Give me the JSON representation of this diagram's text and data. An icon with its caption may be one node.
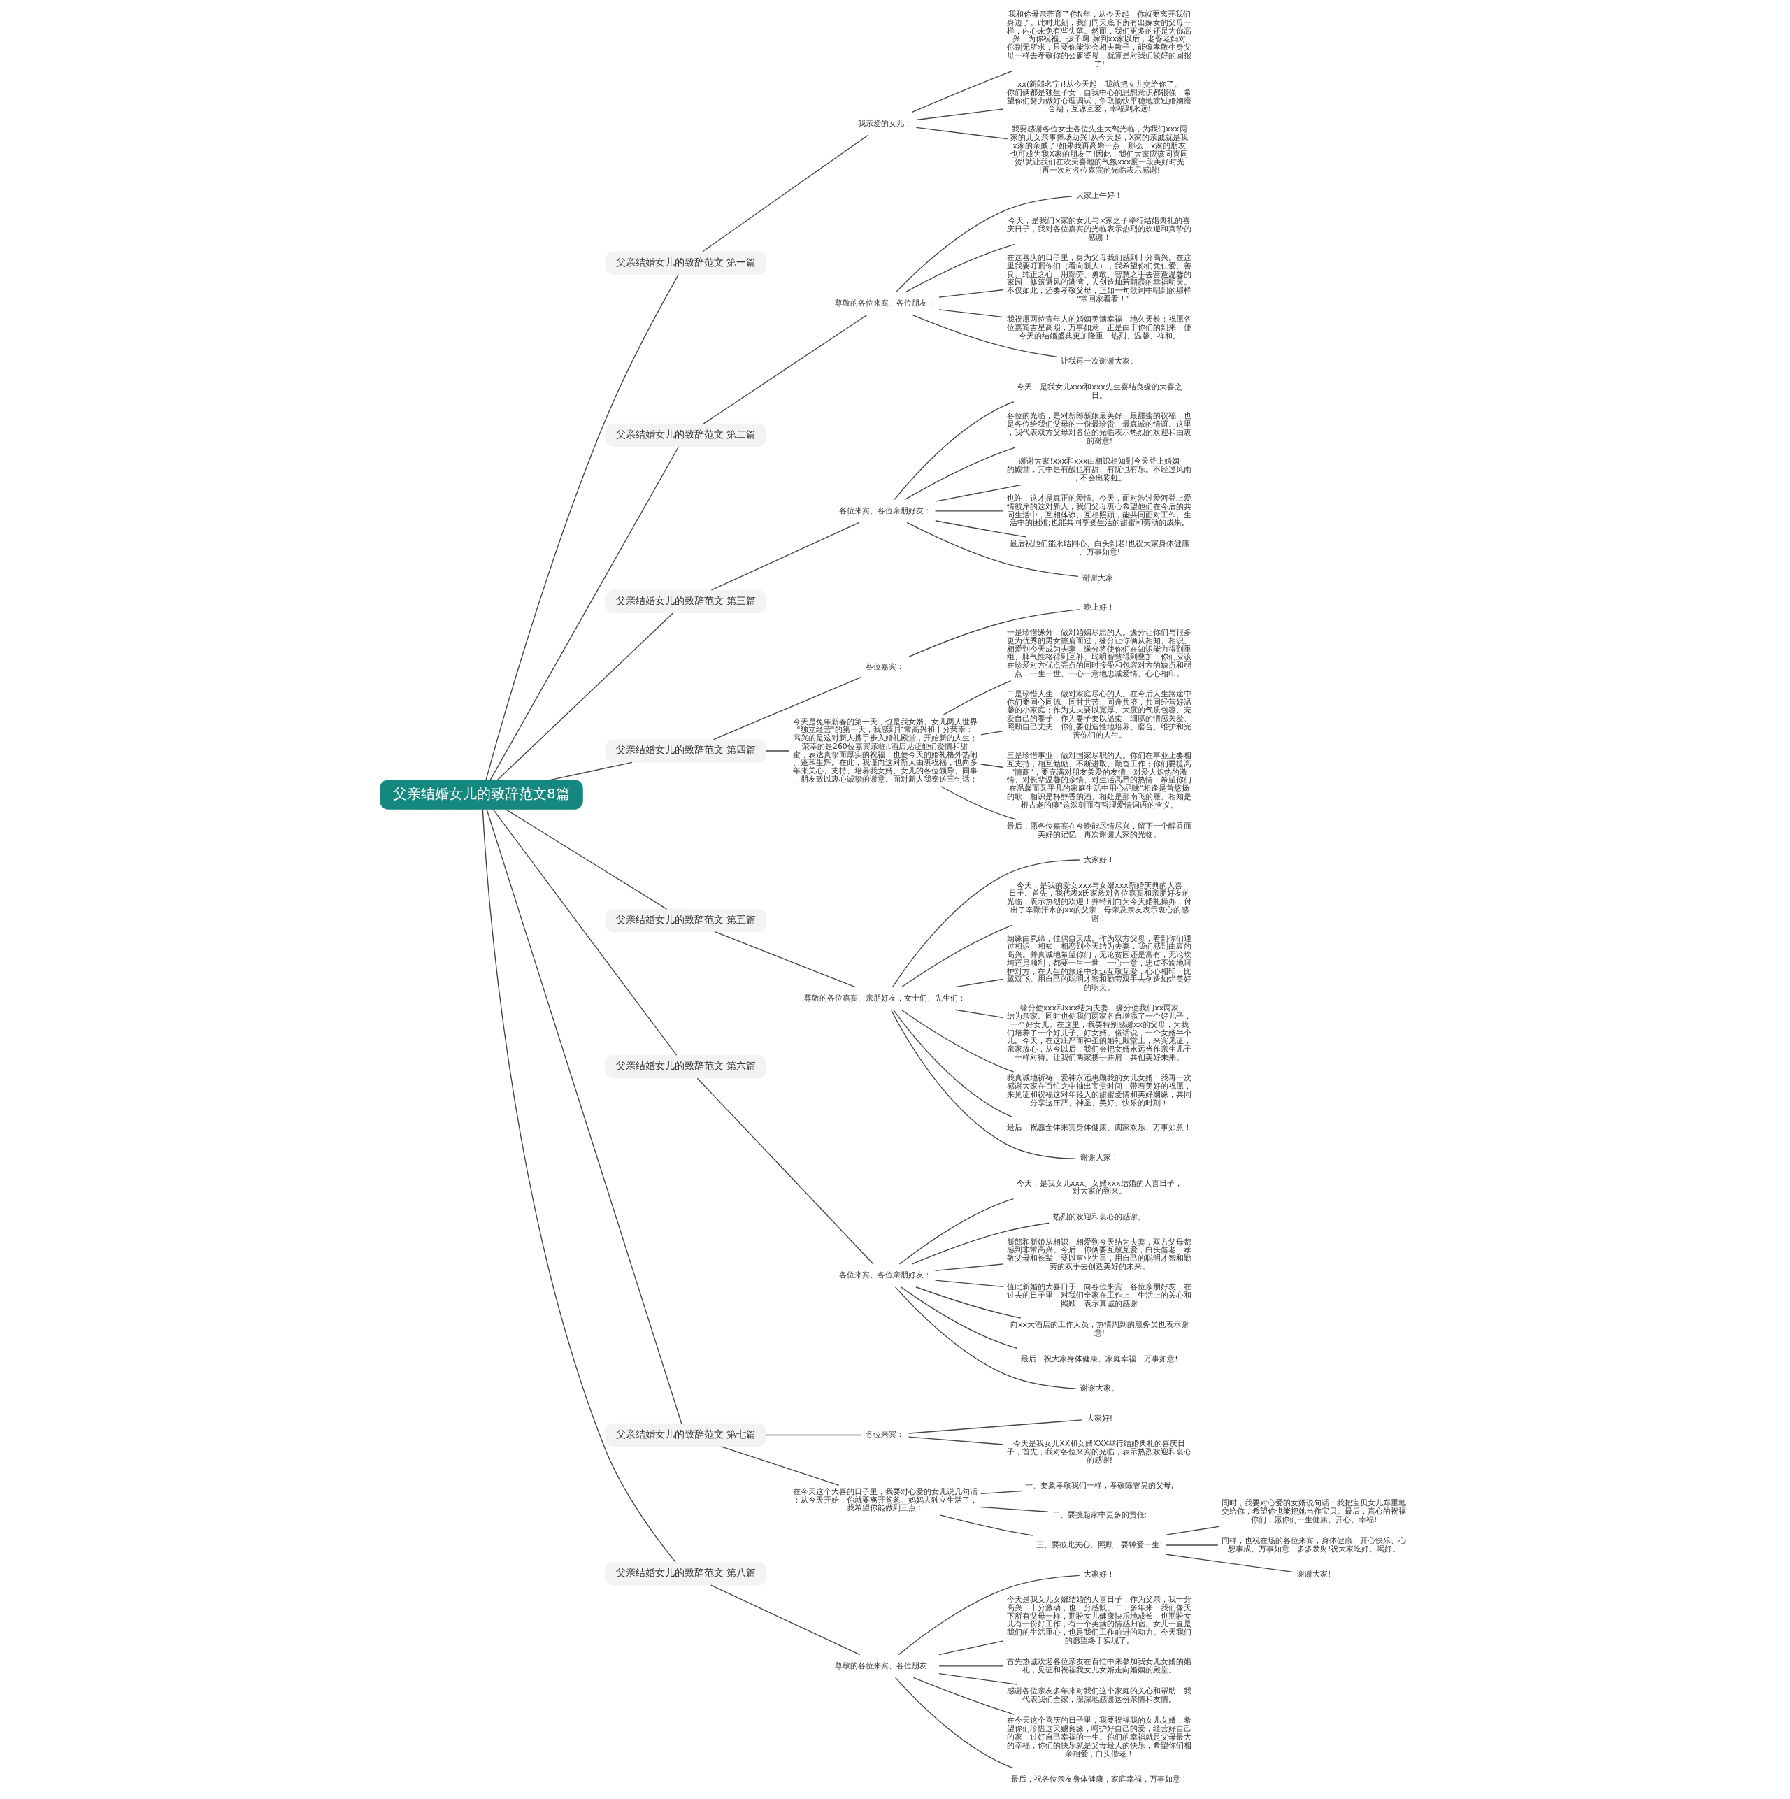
{
  "diagram": {
    "nodes": [
      {
        "text": [
          "父亲结婚女儿的致辞范文8篇"
        ]
      },
      {
        "text": [
          "父亲结婚女儿的致辞范文 第一篇"
        ]
      },
      {
        "text": [
          "我亲爱的女儿："
        ]
      },
      {
        "text": [
          "我和你母亲养育了你N年，从今天起，你就要离开我们身边了。此时此刻，我们同天底下所有出嫁女的父母一样，内心未免有些失落。然而，我们更多的还是为你高兴，为你祝福。孩子啊!嫁到xx家以后，老爸老妈对你别无所求，只要你能学会相夫教子，能像孝敬生身父母一样去孝敬你的公爹婆母，就算是对我们较好的回报了!"
        ]
      },
      {
        "text": [
          "xx(新郎名字)!从今天起，我就把女儿交给你了。你们俩都是独生子女，自我中心的思想意识都很强，希望你们努力做好心理调试，争取愉快平稳地渡过婚姻磨合期，互谅互爱，幸福到永远!"
        ]
      },
      {
        "text": [
          "我要感谢各位女士各位先生大驾光临，为我们xxx两家的儿女亲事捧场助兴!从今天起，X家的亲戚就是我x家的亲戚了!如果我再高攀一点，那么，x家的朋友也可成为我X家的朋友了!因此，我们大家应该同喜同贺!就让我们在欢天喜地的气氛xxx度一段美好时光!再一次对各位嘉宾的光临表示感谢!"
        ]
      },
      {
        "text": [
          "父亲结婚女儿的致辞范文 第二篇"
        ]
      },
      {
        "text": [
          "尊敬的各位来宾、各位朋友："
        ]
      },
      {
        "text": [
          "大家上午好！"
        ]
      },
      {
        "text": [
          "今天，是我们×家的女儿与×家之子举行结婚典礼的喜庆日子，我对各位嘉宾的光临表示热烈的欢迎和真挚的感谢！"
        ]
      },
      {
        "text": [
          "在这喜庆的日子里，身为父母我们感到十分高兴。在这里我要叮嘱你们（看向新人），我希望你们凭仁爱、善良、纯正之心，用勤劳、勇敢、智慧之手去营造温馨的家园，修筑避风的港湾，去创造灿若朝霞的幸福明天。不仅如此，还要孝敬父母，正如一句歌词中唱到的那样：\"常回家看看！\""
        ]
      },
      {
        "text": [
          "我祝愿两位青年人的婚姻美满幸福，地久天长；祝愿各位嘉宾吉星高照，万事如意；正是由于你们的到来，使今天的结婚盛典更加隆重、热烈、温馨、祥和。"
        ]
      },
      {
        "text": [
          "让我再一次谢谢大家。"
        ]
      },
      {
        "text": [
          "父亲结婚女儿的致辞范文 第三篇"
        ]
      },
      {
        "text": [
          "各位来宾、各位亲朋好友："
        ]
      },
      {
        "text": [
          "今天，是我女儿xxx和xxx先生喜结良缘的大喜之日。"
        ]
      },
      {
        "text": [
          "各位的光临，是对新郎新娘最美好、最甜蜜的祝福，也是各位给我们父母的一份最珍贵、最真诚的情谊。这里，我代表双方父母对各位的光临表示热烈的欢迎和由衷的谢意!"
        ]
      },
      {
        "text": [
          "谢谢大家!xxx和xxx由相识相知到今天登上婚姻的殿堂，其中是有酸也有甜、有忧也有乐。不经过风雨，不会出彩虹。"
        ]
      },
      {
        "text": [
          "也许，这才是真正的爱情。今天，面对涉过爱河登上爱情彼岸的这对新人，我们父母衷心希望他们在今后的共同生活中，互相体谅、互相照顾，能共同面对工作、生活中的困难;也能共同享受生活的甜蜜和劳动的成果。"
        ]
      },
      {
        "text": [
          "最后祝他们能永结同心、白头到老!也祝大家身体健康、万事如意!"
        ]
      },
      {
        "text": [
          "谢谢大家!"
        ]
      },
      {
        "text": [
          "父亲结婚女儿的致辞范文 第四篇"
        ]
      },
      {
        "text": [
          "各位嘉宾："
        ]
      },
      {
        "text": [
          "晚上好！"
        ]
      },
      {
        "text": [
          "今天是兔年新春的第十天，也是我女婿、女儿两人世界\"独立经营\"的第一天，我感到非常高兴和十分荣幸：高兴的是这对新人携手步入婚礼殿堂，开始新的人生；荣幸的是260位嘉宾亲临jt酒店见证他们爱情和甜蜜，表达真挚而厚实的祝福，也使今天的婚礼格外热闹、蓬荜生辉。在此，我谨向这对新人由衷祝福，也向多年来关心、支持、培养我女婿、女儿的各位领导、同事、朋友致以衷心诚挚的谢意。面对新人我奉送三句话："
        ]
      },
      {
        "text": [
          "一是珍惜缘分，做对婚姻尽忠的人。缘分让你们与很多更为优秀的男女擦肩而过，缘分让你俩从相知、相识、相爱到今天成为夫妻，缘分将使你们在知识能力得到重组、脾气性格得到互补、聪明智慧得到叠加；你们应该在珍爱对方优点亮点的同时接受和包容对方的缺点和弱点，一生一世、一心一意地忠诚爱情、心心相印。"
        ]
      },
      {
        "text": [
          "二是珍惜人生，做对家庭尽心的人。在今后人生路途中你们要同心同德、同甘共苦、同舟共济，共同经营好温馨的小家庭；作为丈夫要以宽厚、大度的气质包容、宠爱自己的妻子，作为妻子要以温柔、细腻的情感关爱、照顾自己丈夫，你们要创造性地培养、磨合、维护和完善你们的人生。"
        ]
      },
      {
        "text": [
          "三是珍惜事业，做对国家尽职的人。你们在事业上要相互支持，相互勉励、不断进取、勤奋工作；你们要提高\"情商\"，要充满对朋友关爱的友情、对爱人炽热的激情、对长辈温馨的亲情、对生活高昂的热情；希望你们在温馨而又平凡的家庭生活中用心品味\"相逢是首悠扬的歌、相识是杯醇香的酒、相处是那南飞的雁、相知是根古老的藤\"这深刻而有哲理爱情词语的含义。"
        ]
      },
      {
        "text": [
          "最后，愿各位嘉宾在今晚能尽情尽兴，留下一个醇香而美好的记忆，再次谢谢大家的光临。"
        ]
      },
      {
        "text": [
          "父亲结婚女儿的致辞范文 第五篇"
        ]
      },
      {
        "text": [
          "尊敬的各位嘉宾、亲朋好友，女士们、先生们："
        ]
      },
      {
        "text": [
          "大家好！"
        ]
      },
      {
        "text": [
          "今天，是我的爱女xxx与女婿xxx新婚庆典的大喜日子。首先，我代表x氏家族对各位嘉宾和亲朋好友的光临，表示热烈的欢迎！并特别向为今天婚礼操办，付出了辛勤汗水的xx的父亲、母亲及亲友表示衷心的感谢！"
        ]
      },
      {
        "text": [
          "姻缘由夙缔，佳偶自天成。作为双方父母，看到你们通过相识、相知、相恋到今天结为夫妻，我们感到由衷的高兴。并真诚地希望你们，无论贫困还是富有，无论坎坷还是顺利，都要一生一世、一心一意，忠贞不渝地呵护对方，在人生的旅途中永远互敬互爱，心心相印，比翼双飞。用自己的聪明才智和勤劳双手去创造灿烂美好的明天。"
        ]
      },
      {
        "text": [
          "缘分使xxx和xxx结为夫妻，缘分使我们xx两家结为亲家。同时也使我们两家各自增添了一个好儿子，一个好女儿。在这里，我要特别感谢xx的父母，为我们培养了一个好儿子、好女婿。俗话说，一个女婿半个儿。今天，在这庄严而神圣的婚礼殿堂上，来宾见证，亲家放心，从今以后，我们会把女婿永远当作亲生儿子一样对待。让我们两家携手并肩，共创美好未来。"
        ]
      },
      {
        "text": [
          "我真诚地祈祷，爱神永远惠顾我的女儿女婿！我再一次感谢大家在百忙之中抽出宝贵时间，带着美好的祝愿，来见证和祝福这对年轻人的甜蜜爱情和美好姻缘，共同分享这庄严、神圣、美好、快乐的时刻！"
        ]
      },
      {
        "text": [
          "最后，祝愿全体来宾身体健康、阖家欢乐、万事如意！"
        ]
      },
      {
        "text": [
          "谢谢大家！"
        ]
      },
      {
        "text": [
          "父亲结婚女儿的致辞范文 第六篇"
        ]
      },
      {
        "text": [
          "各位来宾、各位亲朋好友："
        ]
      },
      {
        "text": [
          "今天，是我女儿xxx、女婿xxx结婚的大喜日子，对大家的到来。"
        ]
      },
      {
        "text": [
          "热烈的欢迎和衷心的感谢。"
        ]
      },
      {
        "text": [
          "新郎和新娘从相识、相爱到今天结为夫妻，双方父母都感到非常高兴。今后，你俩要互敬互爱，白头偕老，孝敬父母和长辈，要以事业为重，用自己的聪明才智和勤劳的双手去创造美好的未来。"
        ]
      },
      {
        "text": [
          "值此新婚的大喜日子，向各位来宾、各位亲朋好友，在过去的日子里，对我们全家在工作上、生活上的关心和照顾，表示真诚的感谢"
        ]
      },
      {
        "text": [
          "向xx大酒店的工作人员，热情周到的服务员也表示谢意!"
        ]
      },
      {
        "text": [
          "最后，祝大家身体健康、家庭幸福、万事如意!"
        ]
      },
      {
        "text": [
          "谢谢大家。"
        ]
      },
      {
        "text": [
          "父亲结婚女儿的致辞范文 第七篇"
        ]
      },
      {
        "text": [
          "各位来宾："
        ]
      },
      {
        "text": [
          "大家好!"
        ]
      },
      {
        "text": [
          "今天是我女儿XX和女婿XXX举行结婚典礼的喜庆日子，首先，我对各位来宾的光临，表示热烈欢迎和衷心的感谢!"
        ]
      },
      {
        "text": [
          "在今天这个大喜的日子里，我要对心爱的女儿说几句话：从今天开始，你就要离开爸爸、妈妈去独立生活了，我希望你能做到三点："
        ]
      },
      {
        "text": [
          "一、要象孝敬我们一样，孝敬陈睿昊的父母;"
        ]
      },
      {
        "text": [
          "二、要挑起家中更多的责任;"
        ]
      },
      {
        "text": [
          "三、要彼此关心、照顾，要钟爱一生!"
        ]
      },
      {
        "text": [
          "同时，我要对心爱的女婿说句话：我把宝贝女儿郑重地交给你，希望你也能把她当作宝贝。最后，真心的祝福你们，愿你们一生健康、开心、幸福!"
        ]
      },
      {
        "text": [
          "同样，也祝在场的各位来宾，身体健康、开心快乐、心想事成、万事如意、多多发财!祝大家吃好、喝好。"
        ]
      },
      {
        "text": [
          "谢谢大家!"
        ]
      },
      {
        "text": [
          "父亲结婚女儿的致辞范文 第八篇"
        ]
      },
      {
        "text": [
          "尊敬的各位来宾、各位朋友："
        ]
      },
      {
        "text": [
          "大家好！"
        ]
      },
      {
        "text": [
          "今天是我女儿女婿结婚的大喜日子，作为父亲，我十分高兴，十分激动，也十分感慨。二十多年来，我们像天下所有父母一样，期盼女儿健康快乐地成长，也期盼女儿有一份好工作，有一个美满的情感归宿。女儿一直是我们的生活重心，也是我们工作前进的动力。今天我们的愿望终于实现了。"
        ]
      },
      {
        "text": [
          "首先热诚欢迎各位亲友在百忙中来参加我女儿女婿的婚礼，见证和祝福我女儿女婿走向婚姻的殿堂。"
        ]
      },
      {
        "text": [
          "感谢各位亲友多年来对我们这个家庭的关心和帮助，我代表我们全家，深深地感谢这份亲情和友情。"
        ]
      },
      {
        "text": [
          "在今天这个喜庆的日子里，我要祝福我的女儿女婿，希望你们珍惜这天赐良缘，呵护好自己的爱，经营好自己的家，过好自己幸福的一生。你们的幸福就是父母最大的幸福，你们的快乐就是父母最大的快乐，希望你们相亲相爱，白头偕老！"
        ]
      },
      {
        "text": [
          "最后，祝各位亲友身体健康，家庭幸福，万事如意！"
        ]
      }
    ],
    "edges": [
      {
        "from": 0,
        "to": 1,
        "arrow": "none"
      },
      {
        "from": 1,
        "to": 2,
        "arrow": "none"
      },
      {
        "from": 2,
        "to": 3,
        "arrow": "none"
      },
      {
        "from": 2,
        "to": 4,
        "arrow": "none"
      },
      {
        "from": 2,
        "to": 5,
        "arrow": "none"
      },
      {
        "from": 0,
        "to": 6,
        "arrow": "none"
      },
      {
        "from": 6,
        "to": 7,
        "arrow": "none"
      },
      {
        "from": 7,
        "to": 8,
        "arrow": "none"
      },
      {
        "from": 7,
        "to": 9,
        "arrow": "none"
      },
      {
        "from": 7,
        "to": 10,
        "arrow": "none"
      },
      {
        "from": 7,
        "to": 11,
        "arrow": "none"
      },
      {
        "from": 7,
        "to": 12,
        "arrow": "none"
      },
      {
        "from": 0,
        "to": 13,
        "arrow": "none"
      },
      {
        "from": 13,
        "to": 14,
        "arrow": "none"
      },
      {
        "from": 14,
        "to": 15,
        "arrow": "none"
      },
      {
        "from": 14,
        "to": 16,
        "arrow": "none"
      },
      {
        "from": 14,
        "to": 17,
        "arrow": "none"
      },
      {
        "from": 14,
        "to": 18,
        "arrow": "none"
      },
      {
        "from": 14,
        "to": 19,
        "arrow": "none"
      },
      {
        "from": 14,
        "to": 20,
        "arrow": "none"
      },
      {
        "from": 0,
        "to": 21,
        "arrow": "none"
      },
      {
        "from": 21,
        "to": 22,
        "arrow": "none"
      },
      {
        "from": 22,
        "to": 23,
        "arrow": "none"
      },
      {
        "from": 21,
        "to": 24,
        "arrow": "none"
      },
      {
        "from": 24,
        "to": 25,
        "arrow": "none"
      },
      {
        "from": 24,
        "to": 26,
        "arrow": "none"
      },
      {
        "from": 24,
        "to": 27,
        "arrow": "none"
      },
      {
        "from": 24,
        "to": 28,
        "arrow": "none"
      },
      {
        "from": 0,
        "to": 29,
        "arrow": "none"
      },
      {
        "from": 29,
        "to": 30,
        "arrow": "none"
      },
      {
        "from": 30,
        "to": 31,
        "arrow": "none"
      },
      {
        "from": 30,
        "to": 32,
        "arrow": "none"
      },
      {
        "from": 30,
        "to": 33,
        "arrow": "none"
      },
      {
        "from": 30,
        "to": 34,
        "arrow": "none"
      },
      {
        "from": 30,
        "to": 35,
        "arrow": "none"
      },
      {
        "from": 30,
        "to": 36,
        "arrow": "none"
      },
      {
        "from": 30,
        "to": 37,
        "arrow": "none"
      },
      {
        "from": 0,
        "to": 38,
        "arrow": "none"
      },
      {
        "from": 38,
        "to": 39,
        "arrow": "none"
      },
      {
        "from": 39,
        "to": 40,
        "arrow": "none"
      },
      {
        "from": 39,
        "to": 41,
        "arrow": "none"
      },
      {
        "from": 39,
        "to": 42,
        "arrow": "none"
      },
      {
        "from": 39,
        "to": 43,
        "arrow": "none"
      },
      {
        "from": 39,
        "to": 44,
        "arrow": "none"
      },
      {
        "from": 39,
        "to": 45,
        "arrow": "none"
      },
      {
        "from": 39,
        "to": 46,
        "arrow": "none"
      },
      {
        "from": 0,
        "to": 47,
        "arrow": "none"
      },
      {
        "from": 47,
        "to": 48,
        "arrow": "none"
      },
      {
        "from": 48,
        "to": 49,
        "arrow": "none"
      },
      {
        "from": 48,
        "to": 50,
        "arrow": "none"
      },
      {
        "from": 47,
        "to": 51,
        "arrow": "none"
      },
      {
        "from": 51,
        "to": 52,
        "arrow": "none"
      },
      {
        "from": 51,
        "to": 53,
        "arrow": "none"
      },
      {
        "from": 51,
        "to": 54,
        "arrow": "none"
      },
      {
        "from": 54,
        "to": 55,
        "arrow": "none"
      },
      {
        "from": 54,
        "to": 56,
        "arrow": "none"
      },
      {
        "from": 54,
        "to": 57,
        "arrow": "none"
      },
      {
        "from": 0,
        "to": 58,
        "arrow": "none"
      },
      {
        "from": 58,
        "to": 59,
        "arrow": "none"
      },
      {
        "from": 59,
        "to": 60,
        "arrow": "none"
      },
      {
        "from": 59,
        "to": 61,
        "arrow": "none"
      },
      {
        "from": 59,
        "to": 62,
        "arrow": "none"
      },
      {
        "from": 59,
        "to": 63,
        "arrow": "none"
      },
      {
        "from": 59,
        "to": 64,
        "arrow": "none"
      },
      {
        "from": 59,
        "to": 65,
        "arrow": "none"
      }
    ]
  }
}
